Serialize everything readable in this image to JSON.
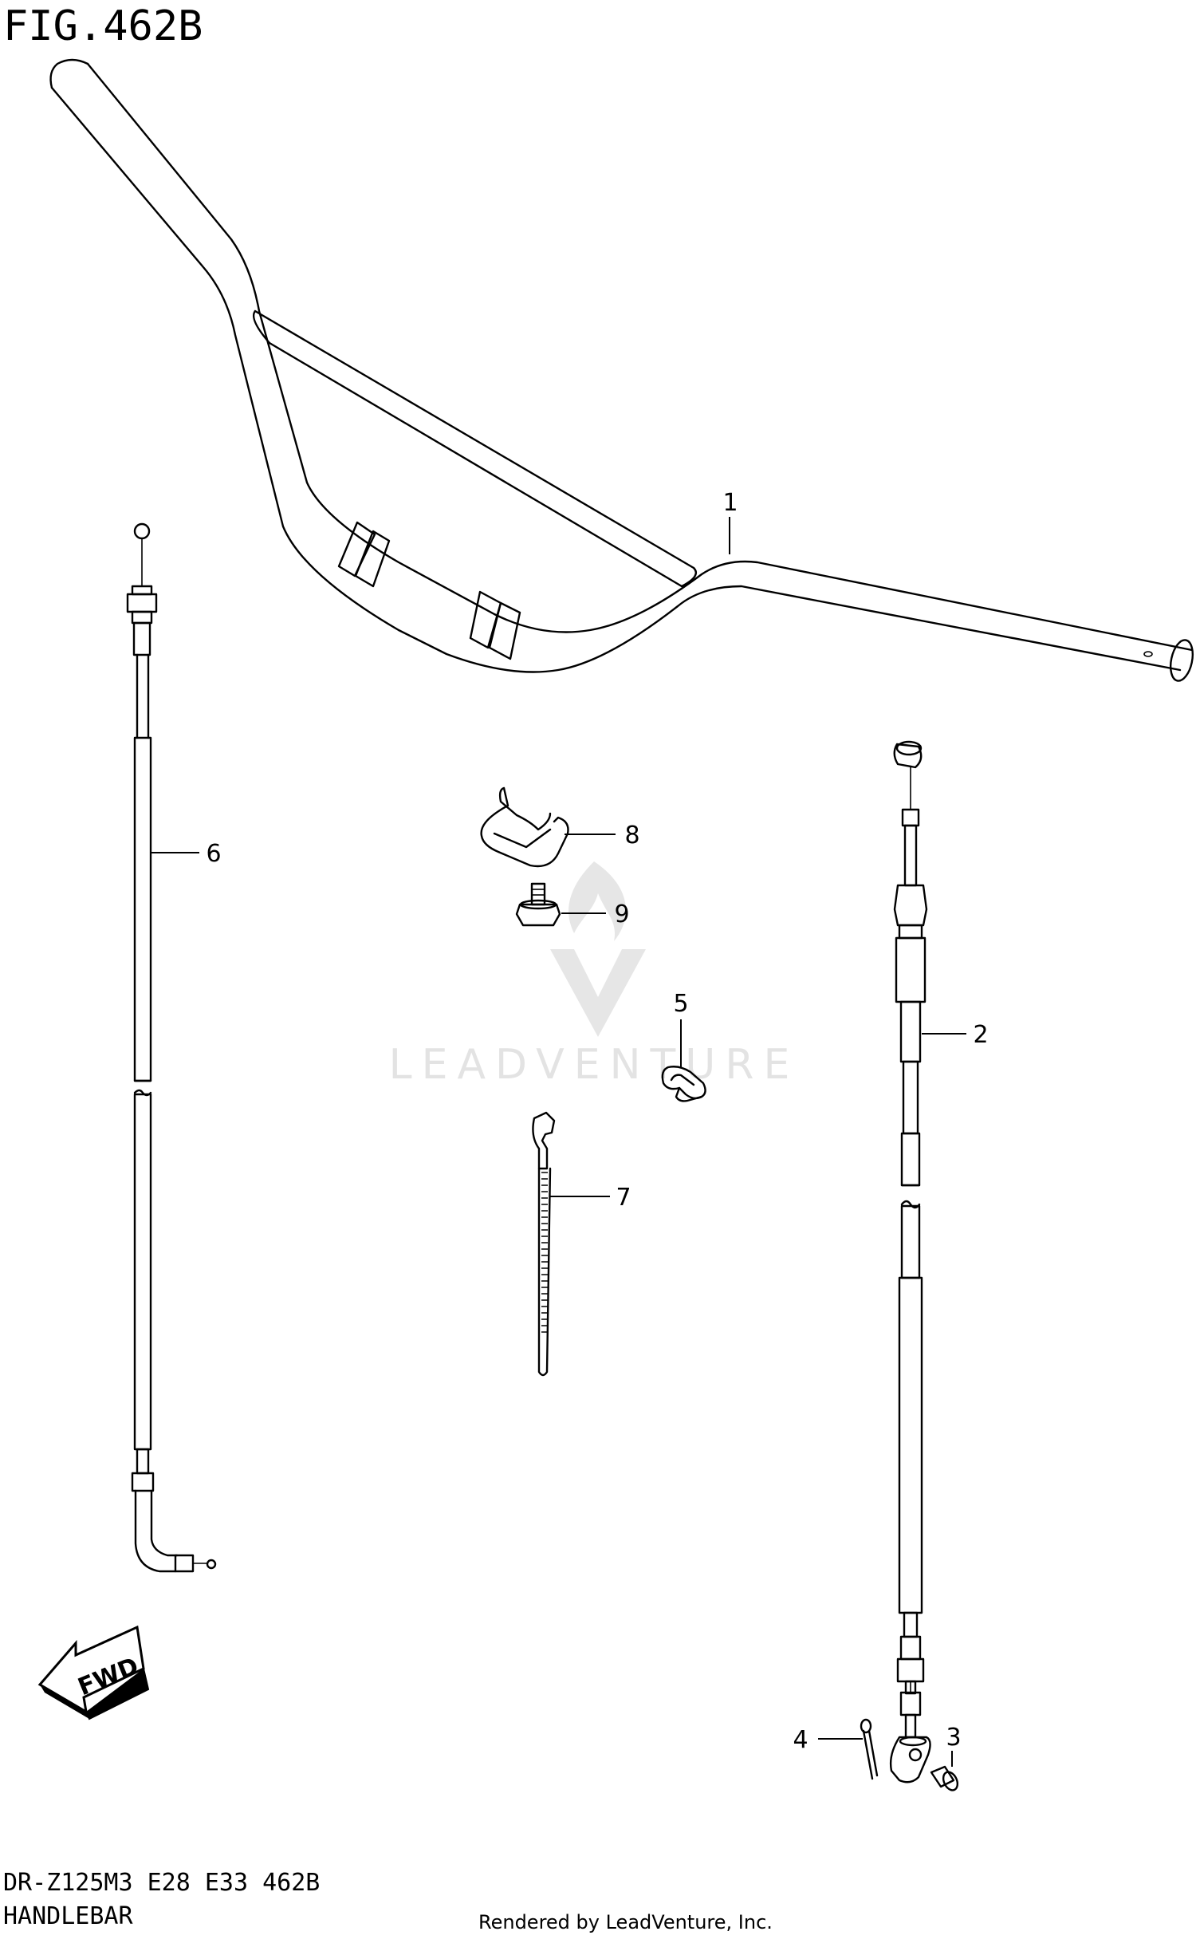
{
  "figure": {
    "title": "FIG.462B"
  },
  "footer": {
    "model_line": "DR-Z125M3 E28 E33 462B",
    "section_name": "HANDLEBAR",
    "render_credit": "Rendered by LeadVenture, Inc."
  },
  "watermark": {
    "text": "LEADVENTURE"
  },
  "direction_marker": {
    "text": "FWD"
  },
  "callouts": [
    {
      "number": "1",
      "part": "handlebar"
    },
    {
      "number": "2",
      "part": "clutch cable"
    },
    {
      "number": "3",
      "part": "pin"
    },
    {
      "number": "4",
      "part": "cotter pin"
    },
    {
      "number": "5",
      "part": "cable clamp"
    },
    {
      "number": "6",
      "part": "throttle cable"
    },
    {
      "number": "7",
      "part": "cable tie"
    },
    {
      "number": "8",
      "part": "wire clamp"
    },
    {
      "number": "9",
      "part": "bolt"
    }
  ]
}
